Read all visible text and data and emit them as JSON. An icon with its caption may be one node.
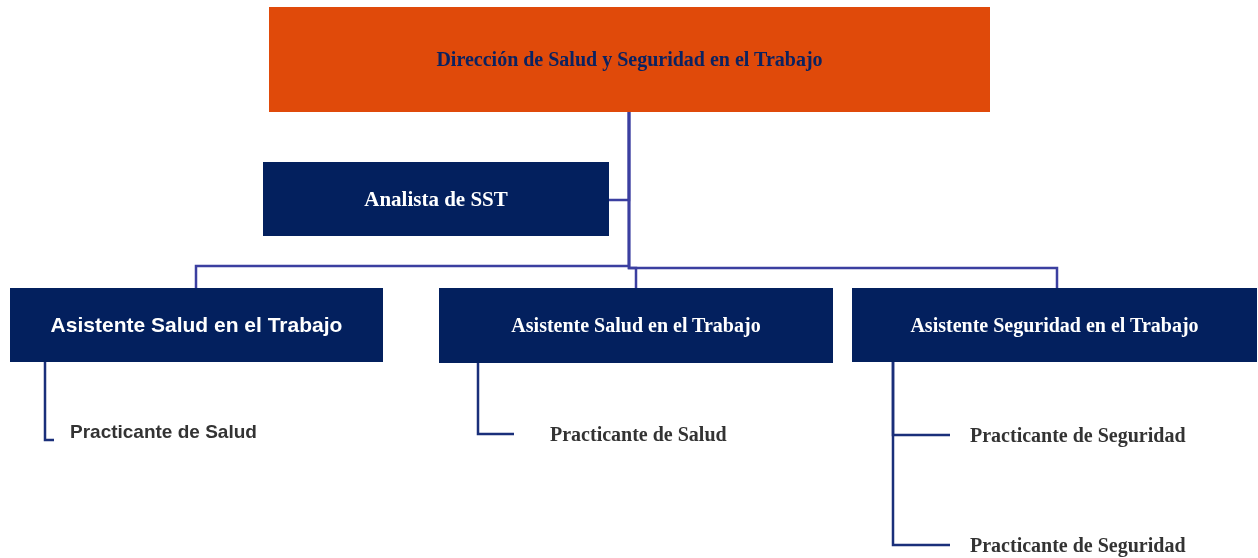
{
  "diagram": {
    "nodes": [
      {
        "text": [
          "Dirección de Salud y Seguridad en el Trabajo"
        ]
      },
      {
        "text": [
          "Analista de SST"
        ]
      },
      {
        "text": [
          "Asistente Salud en el Trabajo"
        ]
      },
      {
        "text": [
          "Asistente Salud en el Trabajo"
        ]
      },
      {
        "text": [
          "Asistente Seguridad en el Trabajo"
        ]
      },
      {
        "text": [
          "Practicante de Salud"
        ]
      },
      {
        "text": [
          "Practicante de Salud"
        ]
      },
      {
        "text": [
          "Practicante de Seguridad"
        ]
      },
      {
        "text": [
          "Practicante de Seguridad"
        ]
      }
    ],
    "edges": [
      {
        "from": 0,
        "to": 1,
        "arrow": "none"
      },
      {
        "from": 0,
        "to": 2,
        "arrow": "none"
      },
      {
        "from": 0,
        "to": 3,
        "arrow": "none"
      },
      {
        "from": 0,
        "to": 4,
        "arrow": "none"
      },
      {
        "from": 2,
        "to": 5,
        "arrow": "none"
      },
      {
        "from": 3,
        "to": 6,
        "arrow": "none"
      },
      {
        "from": 4,
        "to": 7,
        "arrow": "none"
      },
      {
        "from": 4,
        "to": 8,
        "arrow": "none"
      }
    ]
  }
}
